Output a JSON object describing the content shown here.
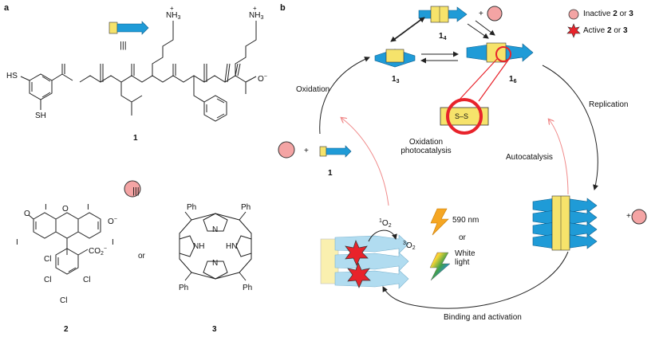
{
  "panels": {
    "a": "a",
    "b": "b"
  },
  "structures": {
    "cmpd1_label": "1",
    "cmpd2_label": "2",
    "cmpd3_label": "3",
    "equiv": "|||",
    "or": "or",
    "atoms": {
      "HS": "HS",
      "SH": "SH",
      "NH3": "NH",
      "three": "3",
      "plus": "+",
      "O": "O",
      "Ominus": "O",
      "CO2": "CO",
      "CO2sub": "2",
      "minus": "−",
      "I": "I",
      "Cl": "Cl",
      "NH": "NH",
      "HN": "HN",
      "Ph": "Ph",
      "N": "N"
    }
  },
  "legend": {
    "inactive_pre": "Inactive ",
    "inactive_n2": "2",
    "inactive_or": " or ",
    "inactive_n3": "3",
    "active_pre": "Active ",
    "active_n2": "2",
    "active_or": " or ",
    "active_n3": "3"
  },
  "cycle": {
    "n1_4": "1",
    "n1_4_sub": "4",
    "n1_3": "1",
    "n1_3_sub": "3",
    "n1_6": "1",
    "n1_6_sub": "6",
    "n1": "1",
    "plus": "+",
    "ss": "S–S"
  },
  "labels": {
    "oxidation": "Oxidation",
    "replication": "Replication",
    "oxidation_photocatalysis_1": "Oxidation",
    "oxidation_photocatalysis_2": "photocatalysis",
    "autocatalysis": "Autocatalysis",
    "binding_activation": "Binding and activation",
    "o2_singlet_pre": "1",
    "o2_singlet": "O",
    "o2_singlet_sub": "2",
    "o2_triplet_pre": "3",
    "o2_triplet": "O",
    "o2_triplet_sub": "2",
    "wavelength": "590 nm",
    "or": "or",
    "white_1": "White",
    "white_2": "light"
  },
  "colors": {
    "arrow_blue": "#1f9bd7",
    "peptide_yellow": "#f6e36b",
    "inactive_pink": "#f4a4a4",
    "active_red": "#e8232b",
    "red_arrow": "#f08a8a"
  }
}
